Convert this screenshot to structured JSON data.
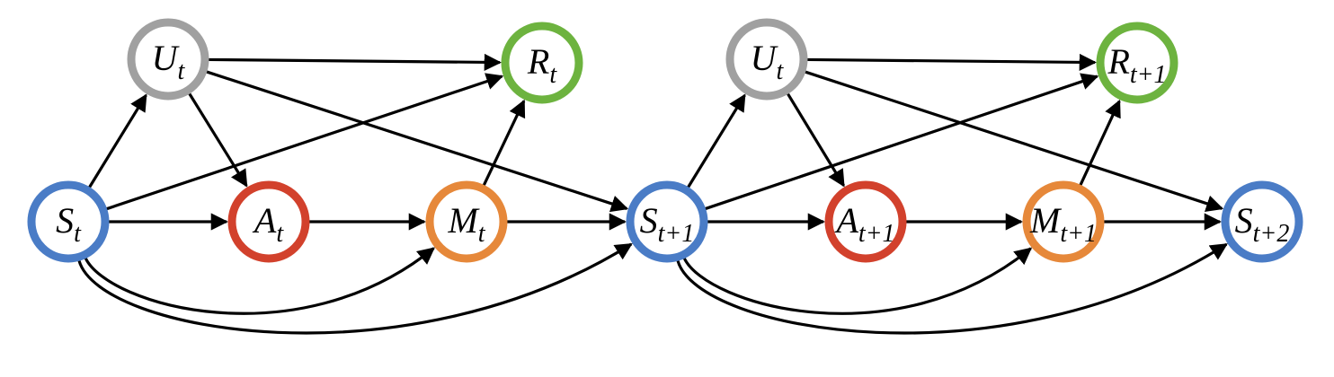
{
  "nodes": [
    {
      "id": "S_t",
      "symbol": "S",
      "subscript": "t",
      "color": "#4a7cc6"
    },
    {
      "id": "U_t",
      "symbol": "U",
      "subscript": "t",
      "color": "#a0a0a0"
    },
    {
      "id": "A_t",
      "symbol": "A",
      "subscript": "t",
      "color": "#d2412c"
    },
    {
      "id": "M_t",
      "symbol": "M",
      "subscript": "t",
      "color": "#e6883a"
    },
    {
      "id": "R_t",
      "symbol": "R",
      "subscript": "t",
      "color": "#6db33f"
    },
    {
      "id": "S_t1",
      "symbol": "S",
      "subscript": "t+1",
      "color": "#4a7cc6"
    },
    {
      "id": "U_t_2",
      "symbol": "U",
      "subscript": "t",
      "color": "#a0a0a0"
    },
    {
      "id": "A_t1",
      "symbol": "A",
      "subscript": "t+1",
      "color": "#d2412c"
    },
    {
      "id": "M_t1",
      "symbol": "M",
      "subscript": "t+1",
      "color": "#e6883a"
    },
    {
      "id": "R_t1",
      "symbol": "R",
      "subscript": "t+1",
      "color": "#6db33f"
    },
    {
      "id": "S_t2",
      "symbol": "S",
      "subscript": "t+2",
      "color": "#4a7cc6"
    }
  ],
  "edges": [
    {
      "from": "S_t",
      "to": "U_t"
    },
    {
      "from": "S_t",
      "to": "R_t"
    },
    {
      "from": "S_t",
      "to": "A_t"
    },
    {
      "from": "S_t",
      "to": "M_t",
      "curved": true
    },
    {
      "from": "S_t",
      "to": "S_t1",
      "curved": true
    },
    {
      "from": "U_t",
      "to": "R_t"
    },
    {
      "from": "U_t",
      "to": "A_t"
    },
    {
      "from": "U_t",
      "to": "S_t1"
    },
    {
      "from": "A_t",
      "to": "M_t"
    },
    {
      "from": "M_t",
      "to": "R_t"
    },
    {
      "from": "M_t",
      "to": "S_t1"
    },
    {
      "from": "S_t1",
      "to": "U_t_2"
    },
    {
      "from": "S_t1",
      "to": "R_t1"
    },
    {
      "from": "S_t1",
      "to": "A_t1"
    },
    {
      "from": "S_t1",
      "to": "M_t1",
      "curved": true
    },
    {
      "from": "S_t1",
      "to": "S_t2",
      "curved": true
    },
    {
      "from": "U_t_2",
      "to": "R_t1"
    },
    {
      "from": "U_t_2",
      "to": "A_t1"
    },
    {
      "from": "U_t_2",
      "to": "S_t2"
    },
    {
      "from": "A_t1",
      "to": "M_t1"
    },
    {
      "from": "M_t1",
      "to": "R_t1"
    },
    {
      "from": "M_t1",
      "to": "S_t2"
    }
  ]
}
